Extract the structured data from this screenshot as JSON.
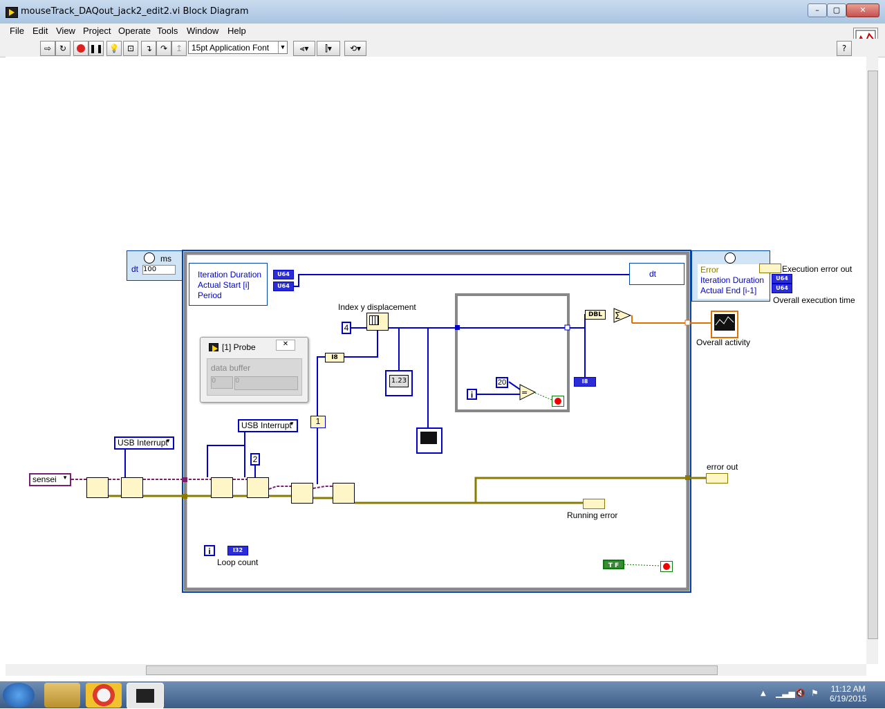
{
  "window": {
    "title": "mouseTrack_DAQout_jack2_edit2.vi Block Diagram",
    "buttons": {
      "minimize": "–",
      "maximize": "▢",
      "close": "✕"
    }
  },
  "menu": [
    "File",
    "Edit",
    "View",
    "Project",
    "Operate",
    "Tools",
    "Window",
    "Help"
  ],
  "toolbar": {
    "font": "15pt Application Font",
    "help": "?"
  },
  "timing_left": {
    "unit": "ms",
    "dt_label": "dt",
    "dt_value": "100"
  },
  "loop_left_node": [
    "Iteration Duration",
    "Actual Start [i]",
    "Period"
  ],
  "loop_right_dt": "dt",
  "right_node": [
    "Error",
    "Iteration Duration",
    "Actual End [i-1]"
  ],
  "indicators": {
    "u64": "U64",
    "i8": "I8",
    "i32": "I32",
    "dbl": "DBL",
    "num": "1.23"
  },
  "labels": {
    "execution_error_out": "Execution error out",
    "overall_execution_time": "Overall execution time",
    "overall_activity": "Overall activity",
    "index_y": "Index y displacement",
    "error_out": "error out",
    "running_error": "Running error",
    "loop_count": "Loop count"
  },
  "constants": {
    "four": "4",
    "twenty": "20",
    "one": "1",
    "two": "2",
    "i": "i",
    "tf": "T F"
  },
  "visa": {
    "resource": "sensei",
    "usb1": "USB Interrupt",
    "usb2": "USB Interrupt"
  },
  "probe": {
    "title": "[1] Probe",
    "field": "data buffer",
    "index": "0",
    "value": "0"
  },
  "taskbar": {
    "time": "11:12 AM",
    "date": "6/19/2015"
  }
}
